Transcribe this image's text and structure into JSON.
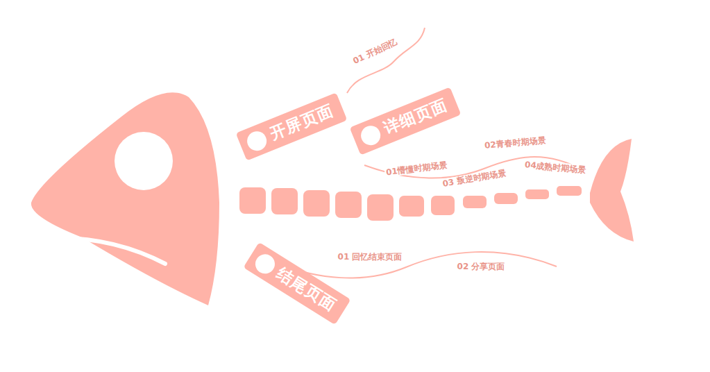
{
  "diagram": {
    "nodes": [
      {
        "text": [
          "开屏页面"
        ]
      },
      {
        "text": [
          "详细页面"
        ]
      },
      {
        "text": [
          "结尾页面"
        ]
      }
    ],
    "labels": [
      "01 开始回忆",
      "01懵懂时期场景",
      "02青春时期场景",
      "03 叛逆时期场景",
      "04成熟时期场景",
      "01 回忆结束页面",
      "02 分享页面"
    ]
  }
}
